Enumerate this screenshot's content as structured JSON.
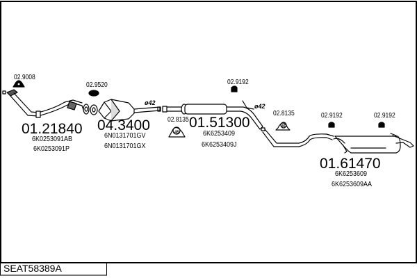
{
  "diagram": {
    "title_code": "SEAT58389A",
    "parts": [
      {
        "number": "01.21840",
        "refs": [
          "6K0253091AB",
          "6K0253091P"
        ],
        "name": "front-pipe"
      },
      {
        "number": "04.3400",
        "refs": [
          "6N0131701GV",
          "6N0131701GX"
        ],
        "name": "catalytic-converter"
      },
      {
        "number": "01.51300",
        "refs": [
          "6K6253409",
          "6K6253409J"
        ],
        "name": "middle-silencer"
      },
      {
        "number": "01.61470",
        "refs": [
          "6K6253609",
          "6K6253609AA"
        ],
        "name": "rear-silencer"
      }
    ],
    "accessories": [
      {
        "number": "02.9008",
        "name": "gasket"
      },
      {
        "number": "02.9520",
        "name": "gasket"
      },
      {
        "number": "02.8135",
        "name": "clamp",
        "clamp_size": "45"
      },
      {
        "number": "02.9192",
        "name": "rubber-hanger"
      },
      {
        "number": "02.8135",
        "name": "clamp",
        "clamp_size": "45"
      },
      {
        "number": "02.9192",
        "name": "rubber-hanger"
      },
      {
        "number": "02.9192",
        "name": "rubber-hanger"
      }
    ],
    "diameters": [
      "ø42",
      "ø42"
    ]
  },
  "colors": {
    "line": "#000000",
    "background": "#ffffff",
    "shade": "#777777"
  }
}
